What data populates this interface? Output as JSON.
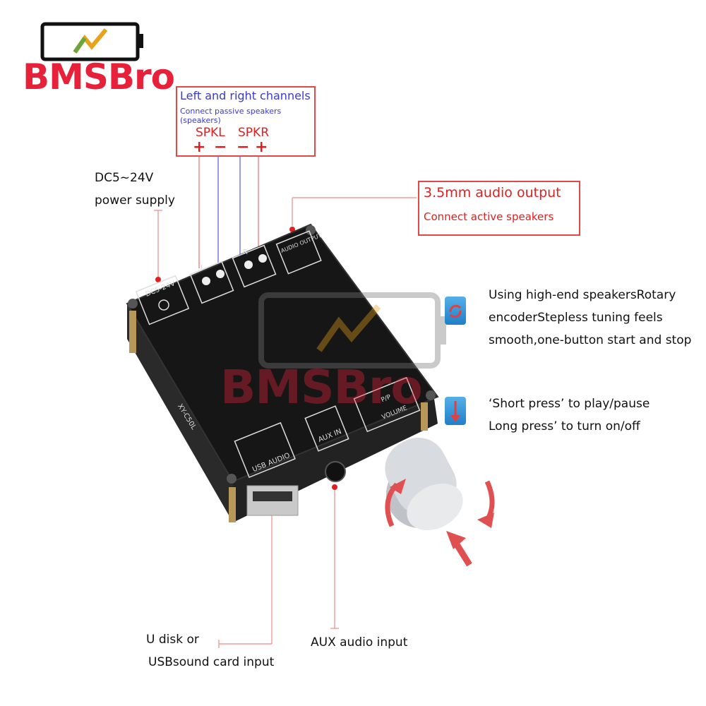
{
  "brand": {
    "name": "BMSBro",
    "watermark": "BMSBro",
    "color": "#e8213a"
  },
  "speaker_box": {
    "title": "Left and right channels",
    "subtitle": "Connect passive speakers (speakers)",
    "left_label": "SPKL",
    "right_label": "SPKR",
    "left_polarity": [
      "+",
      "−"
    ],
    "right_polarity": [
      "−",
      "+"
    ]
  },
  "power": {
    "line1": "DC5~24V",
    "line2": "power supply"
  },
  "audio_out": {
    "title": "3.5mm audio output",
    "subtitle": "Connect active speakers"
  },
  "encoder_note": {
    "line1": "Using high-end speakersRotary",
    "line2": "encoderStepless tuning feels",
    "line3": "smooth,one-button start and stop",
    "icon": "rotate-icon"
  },
  "press_note": {
    "line1": "‘Short press’ to play/pause",
    "line2": "Long press’ to turn on/off",
    "icon": "press-down-icon"
  },
  "usb_note": {
    "line1": "U disk or",
    "line2": "USBsound card input"
  },
  "aux_note": {
    "line1": "AUX audio input"
  },
  "board": {
    "dc_label": "DC5-24V",
    "audio_output_label": "AUDIO OUTPUT",
    "usb_label": "USB AUDIO",
    "aux_label": "AUX IN",
    "volume_label": "VOLUME",
    "play_label": "P/P",
    "model_label": "XY-C50L",
    "spk_l": "L",
    "spk_r": "R"
  },
  "colors": {
    "accent_red": "#e02020",
    "accent_blue": "#3a3ad0",
    "board": "#1a1a1a",
    "icon_blue": "#2a8ad8"
  }
}
